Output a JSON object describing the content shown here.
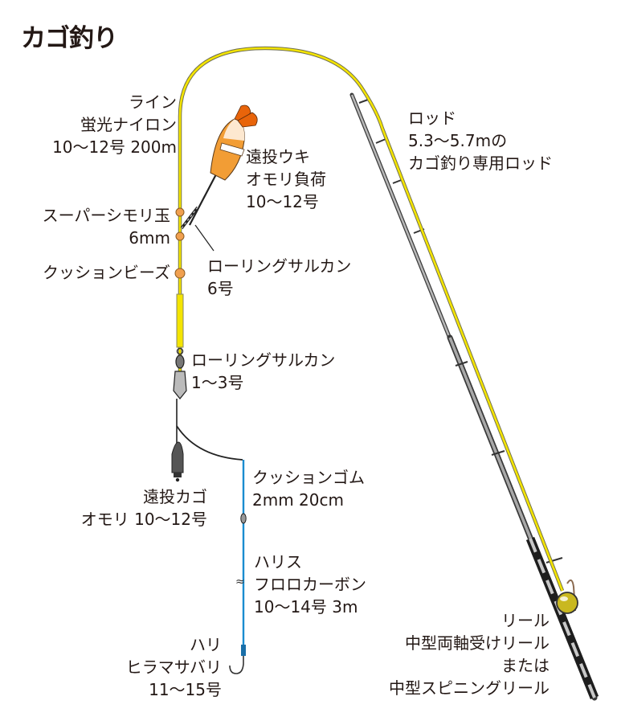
{
  "title": "カゴ釣り",
  "colors": {
    "line_yellow": "#f2e200",
    "line_outline": "#8a8a6a",
    "float_orange": "#e8640a",
    "float_body": "#f3a23c",
    "bead_orange": "#f0a050",
    "harris_blue": "#1a8cd0",
    "rod_gray": "#8c8c8c",
    "reel_olive": "#c9b820",
    "text": "#231815"
  },
  "labels": {
    "line": {
      "lines": [
        "ライン",
        "蛍光ナイロン",
        "10〜12号 200m"
      ]
    },
    "rod": {
      "lines": [
        "ロッド",
        "5.3〜5.7mの",
        "カゴ釣り専用ロッド"
      ]
    },
    "float": {
      "lines": [
        "遠投ウキ",
        "オモリ負荷",
        "10〜12号"
      ]
    },
    "stopper": {
      "lines": [
        "スーパーシモリ玉",
        "6mm"
      ]
    },
    "cushion_bead": {
      "lines": [
        "クッションビーズ"
      ]
    },
    "swivel_upper": {
      "lines": [
        "ローリングサルカン",
        "6号"
      ]
    },
    "swivel_lower": {
      "lines": [
        "ローリングサルカン",
        "1〜3号"
      ]
    },
    "basket": {
      "lines": [
        "遠投カゴ",
        "オモリ 10〜12号"
      ]
    },
    "cushion_rubber": {
      "lines": [
        "クッションゴム",
        "2mm 20cm"
      ]
    },
    "leader": {
      "lines": [
        "ハリス",
        "フロロカーボン",
        "10〜14号 3m"
      ]
    },
    "hook": {
      "lines": [
        "ハリ",
        "ヒラマサバリ",
        "11〜15号"
      ]
    },
    "reel": {
      "lines": [
        "リール",
        "中型両軸受けリール",
        "または",
        "中型スピニングリール"
      ]
    }
  }
}
